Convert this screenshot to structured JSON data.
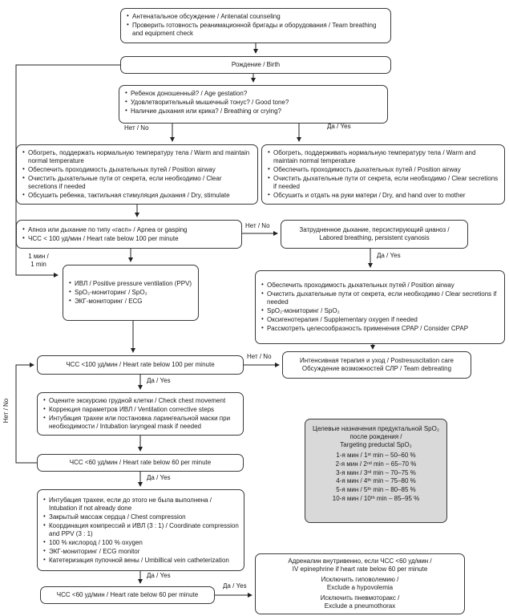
{
  "colors": {
    "box_border": "#3a3a3a",
    "text": "#1a1a1a",
    "spo2_box_bg": "#d9d9d9",
    "connector_line": "#222222"
  },
  "boxes": {
    "antenatal": {
      "items": [
        "Антенатальное обсуждение / Antenatal counseling",
        "Проверить готовность реанимационной бригады и оборудования / Team breathing and equipment check"
      ]
    },
    "birth": {
      "label": "Рождение / Birth"
    },
    "assessment": {
      "items": [
        "Ребенок доношенный? / Age gestation?",
        "Удовлетворительный мышечный тонус? / Good tone?",
        "Наличие дыхания или крика? / Breathing or crying?"
      ]
    },
    "warm_no": {
      "items": [
        "Обогреть, поддержать нормальную температуру тела / Warm and maintain normal temperature",
        "Обеспечить проходимость дыхательных путей / Position airway",
        "Очистить дыхательные пути от секрета, если необходимо / Clear secretions if needed",
        "Обсушить ребенка, тактильная стимуляция дыхания / Dry, stimulate"
      ]
    },
    "warm_yes": {
      "items": [
        "Обогреть, поддерживать нормальную температуру тела / Warm and maintain normal temperature",
        "Обеспечить проходимость дыхательных путей / Position airway",
        "Очистить дыхательные пути от секрета, если необходимо / Clear secretions if needed",
        "Обсушить и отдать на руки матери / Dry, and hand over to mother"
      ]
    },
    "apnea": {
      "items": [
        "Апноэ или дыхание по типу «гасп» / Apnea or gasping",
        "ЧСС < 100 уд/мин / Heart rate below 100 per minute"
      ]
    },
    "labored": {
      "line1": "Затрудненное дыхание, персистирующий цианоз /",
      "line2": "Labored breathing, persistent cyanosis"
    },
    "ppv": {
      "items": [
        "ИВЛ / Positive pressure ventilation (PPV)",
        "SpO₂-мониторинг / SpO₂",
        "ЭКГ-мониторинг / ECG"
      ]
    },
    "oxygen": {
      "items": [
        "Обеспечить проходимость дыхательных путей / Position airway",
        "Очистить дыхательные пути от секрета, если необходимо / Clear secretions if needed",
        "SpO₂-мониторинг / SpO₂",
        "Оксигенотерапия / Supplementary oxygen if needed",
        "Рассмотреть целесообразность применения CPAP / Consider CPAP"
      ]
    },
    "hr100": {
      "label": "ЧСС <100 уд/мин / Heart rate below 100 per minute"
    },
    "postresus": {
      "line1": "Интенсивная терапия и уход / Postresuscitation care",
      "line2": "Обсуждение возможностей СЛР / Team debreating"
    },
    "check": {
      "items": [
        "Оцените экскурсию грудной клетки / Check chest movement",
        "Коррекция параметров ИВЛ / Ventilation corrective steps",
        "Интубация трахеи или постановка ларингеальной маски при необходимости / Intubation laryngeal mask if needed"
      ]
    },
    "hr60": {
      "label": "ЧСС <60 уд/мин / Heart rate below 60 per minute"
    },
    "compress": {
      "items": [
        "Интубация трахеи, если до этого не была выполнена / Intubation if not already done",
        "Закрытый массаж сердца / Chest compression",
        "Координация компрессий и ИВЛ (3 : 1) / Coordinate compression and PPV (3 : 1)",
        "100 % кислород / 100 % oxygen",
        "ЭКГ-мониторинг / ECG monitor",
        "Катетеризация пупочной вены / Umbillical vein catheterization"
      ]
    },
    "hr60b": {
      "label": "ЧСС <60 уд/мин / Heart rate below 60 per minute"
    },
    "epinephrine": {
      "lines": [
        "Адреналин внутривенно, если ЧСС <60 уд/мин /",
        "IV epinephrine if heart rate below 60 per minute",
        "Исключить гиповолемию /",
        "Exclude a hypovolemia",
        "Исключить пневмоторакс /",
        "Exclude a pneumothorax"
      ]
    }
  },
  "spo2_table": {
    "title_lines": [
      "Целевые назначения предуктальной SpO₂",
      "после рождения /",
      "Targeting preductal SpO₂"
    ],
    "rows": [
      "1-я мин / 1ˢᵗ min – 50–60 %",
      "2-я мин / 2ⁿᵈ min – 65–70 %",
      "3-я мин / 3ʳᵈ min – 70–75 %",
      "4-я мин / 4ᵗʰ min – 75–80 %",
      "5-я мин / 5ᵗʰ min – 80–85 %",
      "10-я мин / 10ᵗʰ min – 85–95 %"
    ]
  },
  "labels": {
    "no1": "Нет / No",
    "yes1": "Да / Yes",
    "no2": "Нет / No",
    "yes2": "Да / Yes",
    "one_min_line1": "1 мин /",
    "one_min_line2": "1 min",
    "no3": "Нет / No",
    "yes3": "Да / Yes",
    "no4": "Нет / No",
    "yes4": "Да / Yes",
    "yes5": "Да / Yes",
    "yes6": "Да / Yes"
  }
}
